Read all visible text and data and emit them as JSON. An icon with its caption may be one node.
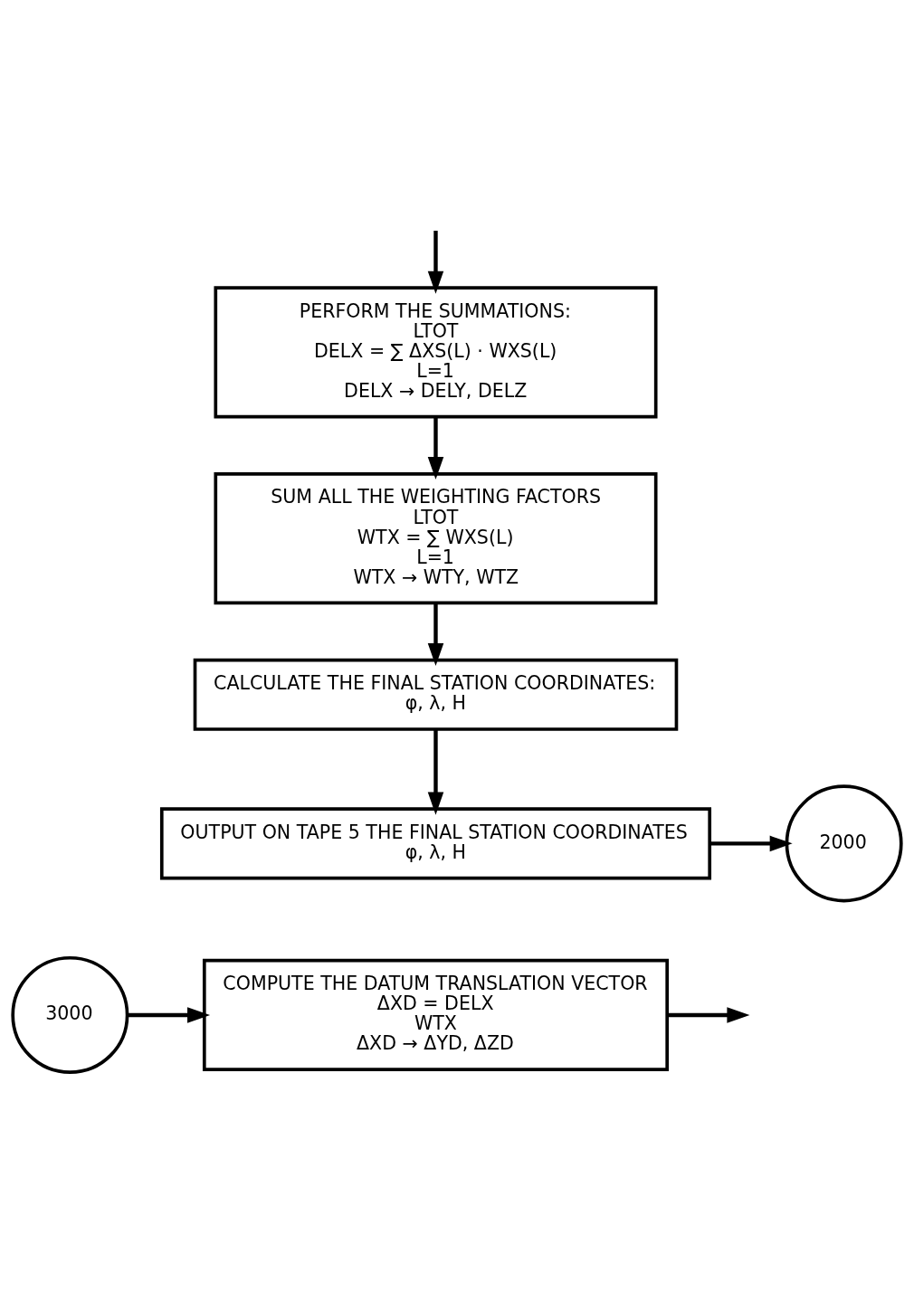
{
  "diagram": {
    "nodes": [
      {
        "text": [
          "PERFORM THE SUMMATIONS:",
          "LTOT",
          "DELX = ∑ ΔXS(L) · WXS(L)",
          "L=1",
          "DELX → DELY, DELZ"
        ]
      },
      {
        "text": [
          "SUM ALL THE WEIGHTING FACTORS",
          "LTOT",
          "WTX = ∑ WXS(L)",
          "L=1",
          "WTX → WTY, WTZ"
        ]
      },
      {
        "text": [
          "CALCULATE THE FINAL STATION COORDINATES:",
          "φ, λ, H"
        ]
      },
      {
        "text": [
          "OUTPUT ON TAPE 5 THE FINAL STATION COORDINATES",
          "φ, λ, H"
        ]
      },
      {
        "text": [
          "2000"
        ]
      },
      {
        "text": [
          "3000"
        ]
      },
      {
        "text": [
          "COMPUTE THE DATUM TRANSLATION VECTOR",
          "ΔXD = DELX",
          "WTX",
          "ΔXD → ΔYD, ΔZD"
        ]
      }
    ],
    "edges": [
      {
        "from": null,
        "to": 0,
        "arrow": "to"
      },
      {
        "from": 0,
        "to": 1,
        "arrow": "to"
      },
      {
        "from": 1,
        "to": 2,
        "arrow": "to"
      },
      {
        "from": 2,
        "to": 3,
        "arrow": "to"
      },
      {
        "from": 3,
        "to": 4,
        "arrow": "to"
      },
      {
        "from": 5,
        "to": 6,
        "arrow": "to"
      },
      {
        "from": 6,
        "to": null,
        "arrow": "to"
      }
    ]
  }
}
